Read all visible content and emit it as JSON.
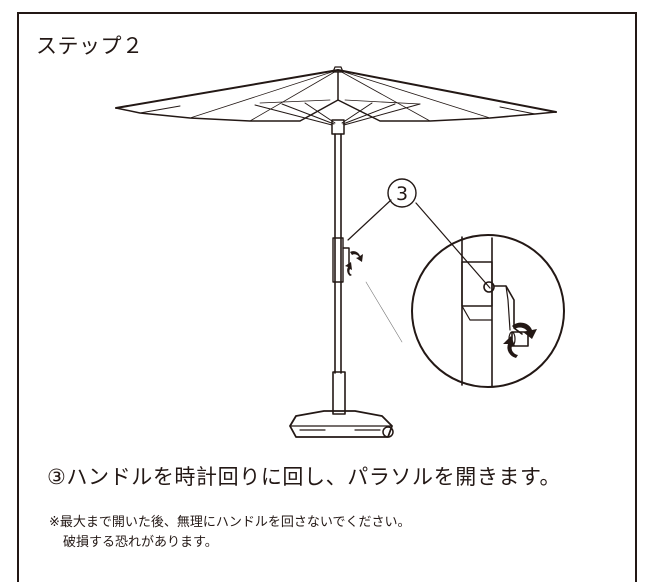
{
  "step": {
    "title": "ステップ２"
  },
  "callout": {
    "number": "3"
  },
  "instruction": {
    "text": "③ハンドルを時計回りに回し、パラソルを開きます。"
  },
  "caution": {
    "lines": [
      "※最大まで開いた後、無理にハンドルを回さないでください。",
      "破損する恐れがあります。"
    ]
  },
  "icons": [
    "umbrella-illustration-icon",
    "rotate-arrows-icon",
    "crank-handle-icon"
  ]
}
